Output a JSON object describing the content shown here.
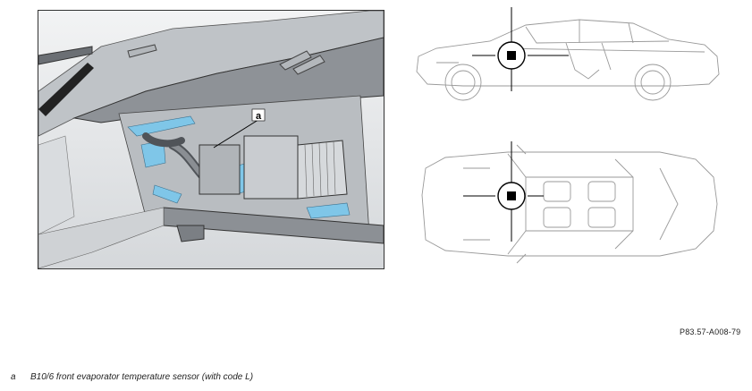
{
  "callout": {
    "label": "a"
  },
  "legend": [
    {
      "key": "a",
      "text": "B10/6 front evaporator temperature sensor (with code L)"
    }
  ],
  "reference_code": "P83.57-A008-79",
  "colors": {
    "highlight_blue": "#7fc6e8",
    "line": "#333333",
    "panel_bg": "#e9ebed"
  }
}
